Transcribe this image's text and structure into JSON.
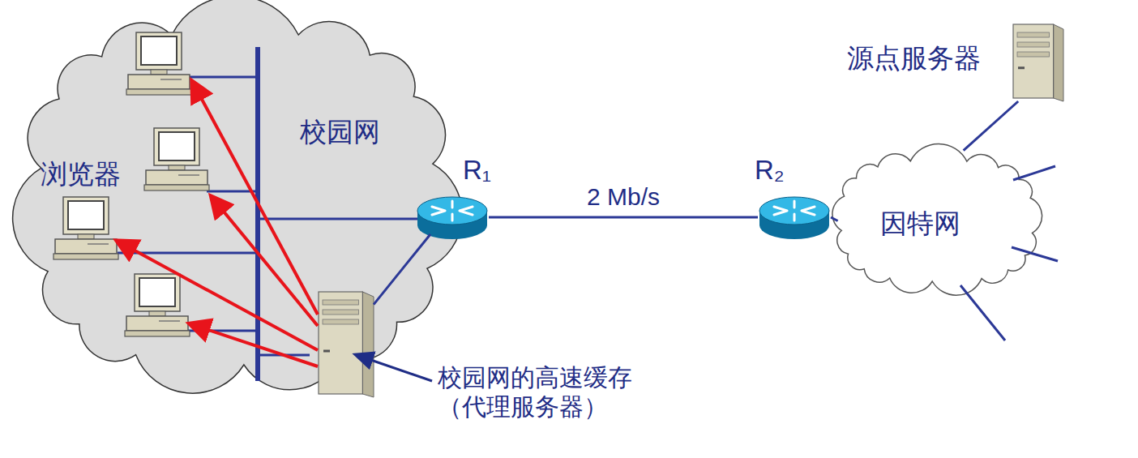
{
  "diagram": {
    "nodes": [
      {
        "text": [
          "浏览器",
          "校园网"
        ]
      },
      {
        "text": [
          "校园网的高速缓存 （代理服务器）"
        ],
        "in": 0
      },
      {
        "text": [
          "R₁"
        ]
      },
      {
        "text": [
          "R₂"
        ]
      },
      {
        "text": [
          "因特网"
        ]
      },
      {
        "text": [
          "源点服务器"
        ]
      }
    ],
    "edges": [
      {
        "from": 1,
        "to": 2,
        "arrow": "none"
      },
      {
        "from": 2,
        "to": 3,
        "label": "2 Mb/s",
        "arrow": "none"
      },
      {
        "from": 3,
        "to": 4,
        "arrow": "none"
      },
      {
        "from": 4,
        "to": 5,
        "arrow": "none"
      }
    ]
  }
}
